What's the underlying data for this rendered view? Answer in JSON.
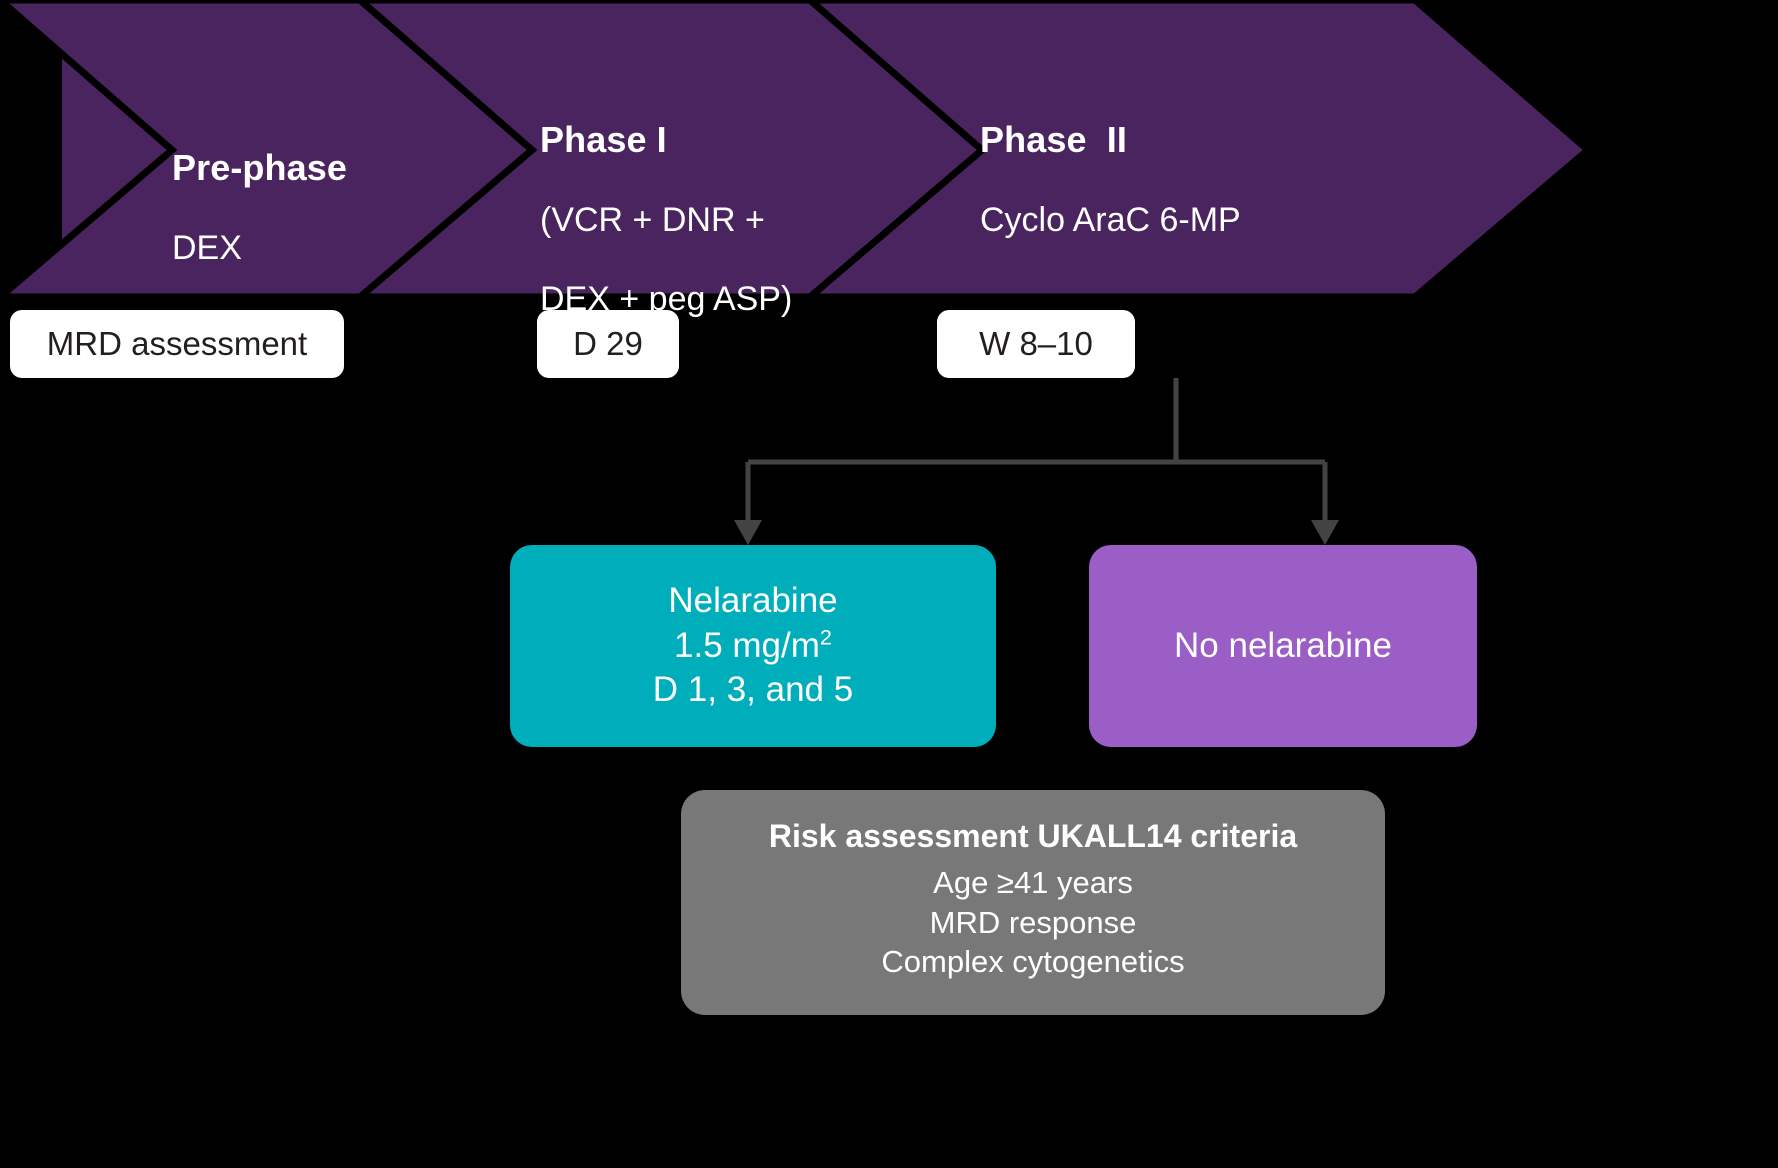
{
  "colors": {
    "background": "#000000",
    "banner_purple": "#4A245E",
    "banner_outline": "#000000",
    "milestone_white": "#FFFFFF",
    "milestone_text": "#231F20",
    "teal": "#00AEBB",
    "light_purple": "#9B5DC6",
    "gray": "#787878",
    "connector_gray": "#434343",
    "text_white": "#FFFFFF"
  },
  "banner": {
    "phases": [
      {
        "id": "pre-phase",
        "title": "Pre-phase",
        "lines": [
          "DEX"
        ]
      },
      {
        "id": "phase-1",
        "title": "Phase I",
        "lines": [
          "(VCR + DNR +",
          "DEX + peg ASP)"
        ]
      },
      {
        "id": "phase-2",
        "title": "Phase  II",
        "lines": [
          "Cyclo AraC 6-MP"
        ]
      }
    ]
  },
  "milestones": [
    {
      "id": "mrd-assessment",
      "label": "MRD assessment"
    },
    {
      "id": "d29",
      "label": "D 29"
    },
    {
      "id": "w8-10",
      "label": "W 8–10"
    }
  ],
  "outcomes": {
    "nelarabine": {
      "line1": "Nelarabine",
      "dose_value": "1.5 mg/m",
      "dose_exponent": "2",
      "line3": "D 1, 3, and 5"
    },
    "no_nelarabine": {
      "label": "No nelarabine"
    },
    "risk": {
      "heading": "Risk assessment UKALL14 criteria",
      "criteria": [
        "Age ≥41 years",
        "MRD response",
        "Complex cytogenetics"
      ]
    }
  },
  "icons": {
    "arrow_down": "arrow-down-icon",
    "chevron_right": "chevron-right-icon"
  }
}
